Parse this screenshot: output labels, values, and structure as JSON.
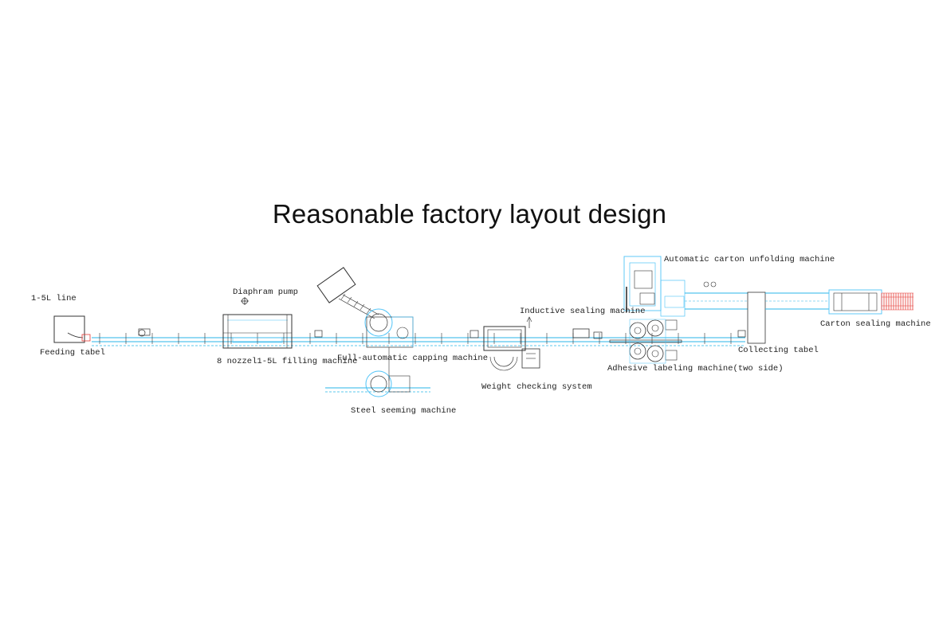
{
  "title": "Reasonable factory layout design",
  "colors": {
    "conveyor": "#29b6e8",
    "machine_outline": "#3b3b3b",
    "machine_accent": "#4fc3f7",
    "carton_feed": "#e53935",
    "text": "#222222"
  },
  "labels": {
    "line": "1-5L line",
    "feeding_table": "Feeding tabel",
    "diaphragm_pump": "Diaphram pump",
    "filling_machine": "8 nozzel1-5L filling machine",
    "capping_machine": "Full-automatic capping machine",
    "steel_seeming": "Steel seeming machine",
    "inductive_sealing": "Inductive sealing  machine",
    "weight_checking": "Weight checking system",
    "carton_unfolding": "Automatic carton unfolding machine",
    "labeling_machine": "Adhesive labeling machine(two side)",
    "collecting_table": "Collecting tabel",
    "carton_sealing": "Carton sealing machine"
  }
}
